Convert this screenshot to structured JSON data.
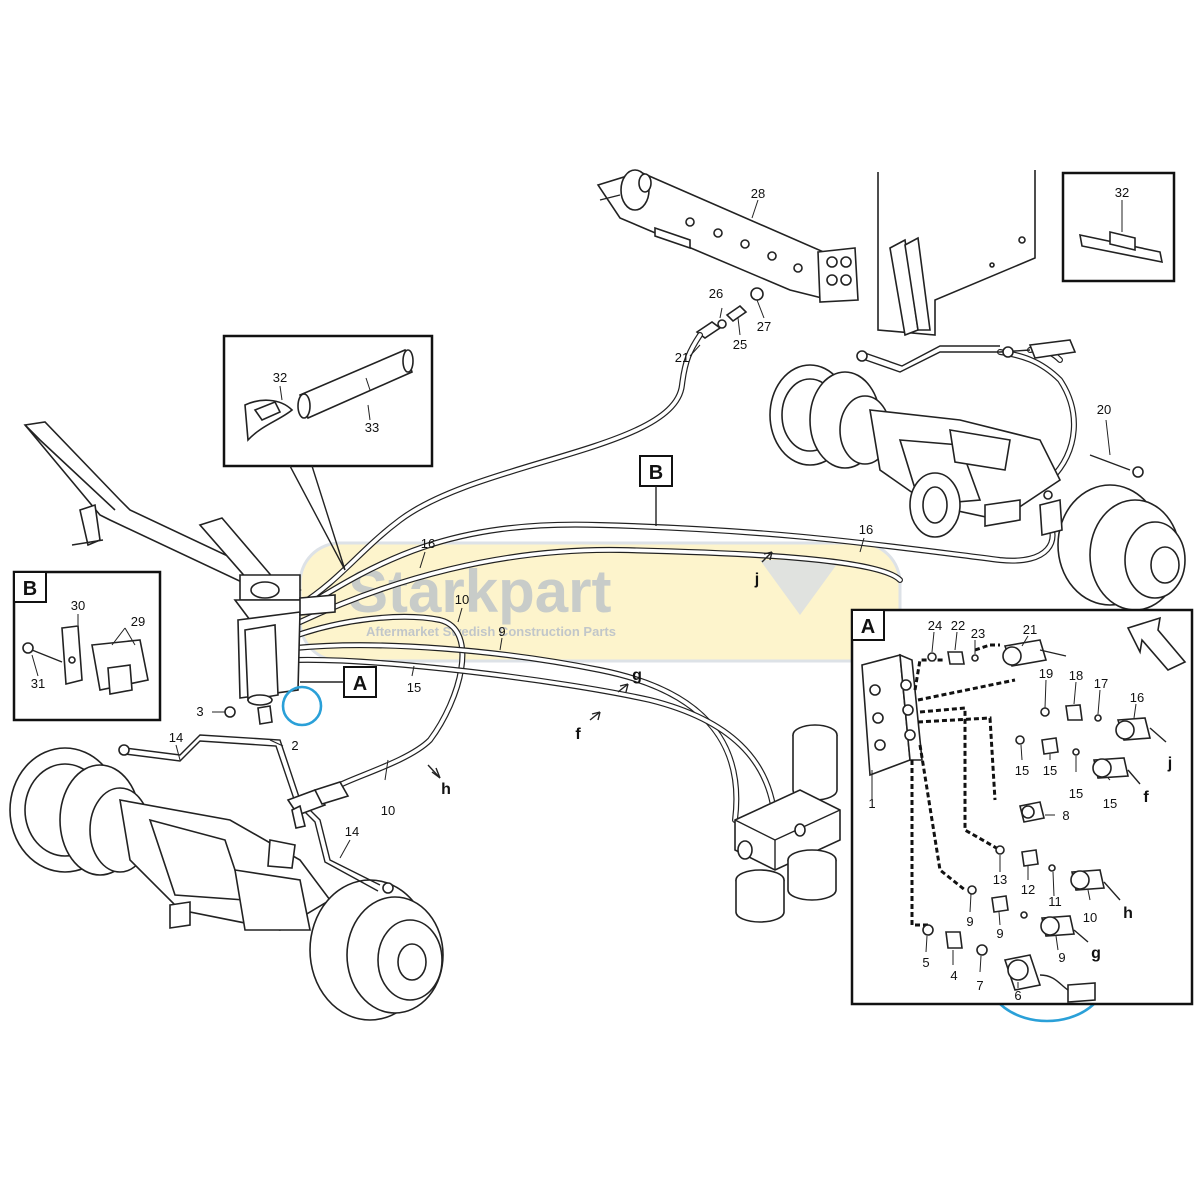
{
  "watermark": {
    "brand": "Starkpart",
    "tagline": "Aftermarket Swedish Construction Parts"
  },
  "box_labels": {
    "detail_A": "A",
    "detail_B": "B",
    "callout_A": "A",
    "callout_B": "B"
  },
  "flow_letters": {
    "f": "f",
    "g": "g",
    "h": "h",
    "j": "j"
  },
  "main_labels": {
    "l2": "2",
    "l3": "3",
    "l9": "9",
    "l10a": "10",
    "l10b": "10",
    "l14a": "14",
    "l14b": "14",
    "l15": "15",
    "l16a": "16",
    "l16b": "16",
    "l20": "20",
    "l21": "21",
    "l25": "25",
    "l26": "26",
    "l27": "27",
    "l28": "28"
  },
  "inset_top_labels": {
    "l32": "32",
    "l33": "33"
  },
  "inset_right_labels": {
    "l32": "32"
  },
  "detail_B_labels": {
    "l29": "29",
    "l30": "30",
    "l31": "31"
  },
  "detail_A_labels": {
    "l1": "1",
    "l4": "4",
    "l5": "5",
    "l6": "6",
    "l7": "7",
    "l8": "8",
    "l9a": "9",
    "l9b": "9",
    "l10": "10",
    "l11": "11",
    "l12": "12",
    "l13": "13",
    "l15a": "15",
    "l15b": "15",
    "l15c": "15",
    "l15d": "15",
    "l16": "16",
    "l17": "17",
    "l18": "18",
    "l19": "19",
    "l21": "21",
    "l22": "22",
    "l23": "23",
    "l24": "24",
    "f": "f",
    "g": "g",
    "h": "h",
    "j": "j"
  },
  "colors": {
    "line": "#222222",
    "highlight_circle": "#2aa0d8",
    "watermark_band": "#fdf3c4",
    "watermark_text": "#b7bfc9"
  }
}
